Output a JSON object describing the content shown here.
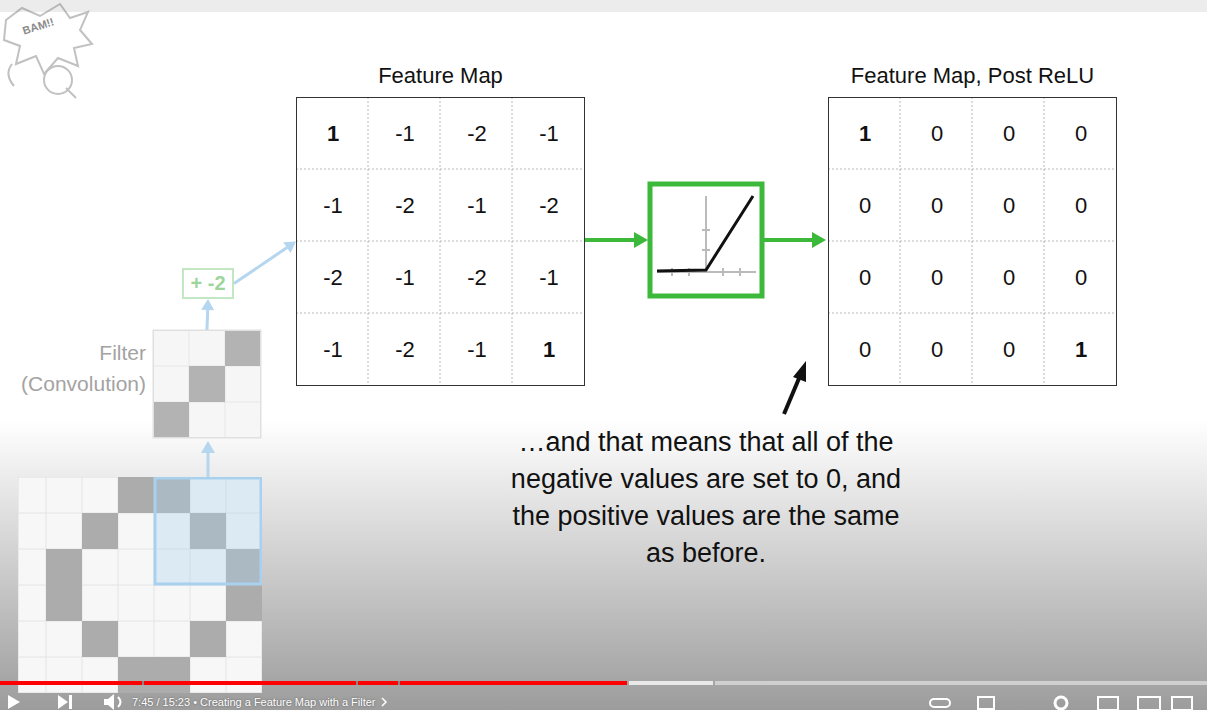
{
  "diagram": {
    "nodes": [
      {
        "text": [
          "Filter (Convolution)"
        ]
      },
      {
        "text": [
          "+ -2"
        ]
      },
      {
        "text": [
          "Feature Map"
        ]
      },
      {
        "text": [
          "Feature Map, Post ReLU"
        ]
      }
    ],
    "edges": [
      {
        "from": 0,
        "to": 1,
        "arrow": "to"
      },
      {
        "from": 1,
        "to": 2,
        "arrow": "to"
      }
    ],
    "labels": [
      "BAM!!",
      "1",
      "-1",
      "-2",
      "-1",
      "-1",
      "-2",
      "-1",
      "-2",
      "-2",
      "-1",
      "-2",
      "-1",
      "-1",
      "-2",
      "-1",
      "1",
      "1",
      "0",
      "0",
      "0",
      "0",
      "0",
      "0",
      "0",
      "0",
      "0",
      "0",
      "0",
      "0",
      "0",
      "0",
      "1",
      "…and that means that all of the negative values are set to 0, and the positive values are the same as before.",
      "7:45 / 15:23 • Creating a Feature Map with a Filter"
    ]
  }
}
